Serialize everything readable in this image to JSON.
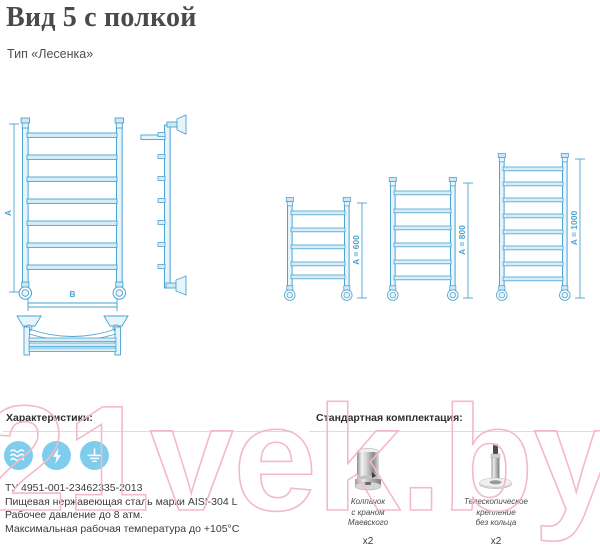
{
  "header": {
    "title": "Вид 5 с полкой",
    "subtitle": "Тип «Лесенка»"
  },
  "drawing": {
    "main": {
      "height_label": "A",
      "width_label": "B",
      "rung_count": 7,
      "views": [
        "front",
        "side",
        "shelf-top"
      ]
    },
    "variants": [
      {
        "label": "A = 600",
        "rungs": 5
      },
      {
        "label": "A = 800",
        "rungs": 6
      },
      {
        "label": "A = 1000",
        "rungs": 8
      }
    ],
    "line_color": "#4ba3cf",
    "fill_color": "#cfe8f5"
  },
  "specifications": {
    "heading": "Характеристики:",
    "icons": [
      {
        "name": "water-icon",
        "label": "water"
      },
      {
        "name": "electric-icon",
        "label": "electric"
      },
      {
        "name": "ground-icon",
        "label": "ground"
      }
    ],
    "icon_color": "#7fcdec",
    "lines": [
      "ТУ 4951-001-23462335-2013",
      "Пищевая нержавеющая сталь марки AISI-304 L",
      "Рабочее давление до 8 атм.",
      "Максимальная рабочая температура до +105°C"
    ]
  },
  "kit": {
    "heading": "Стандартная комплектация:",
    "items": [
      {
        "caption": "Колпачок\nс краном\nМаевского",
        "qty": "x2"
      },
      {
        "caption": "Телескопическое\nкрепление\nбез кольца",
        "qty": "x2"
      }
    ]
  },
  "watermark": {
    "text": "21vek.by",
    "color": "#f3b9c8"
  }
}
